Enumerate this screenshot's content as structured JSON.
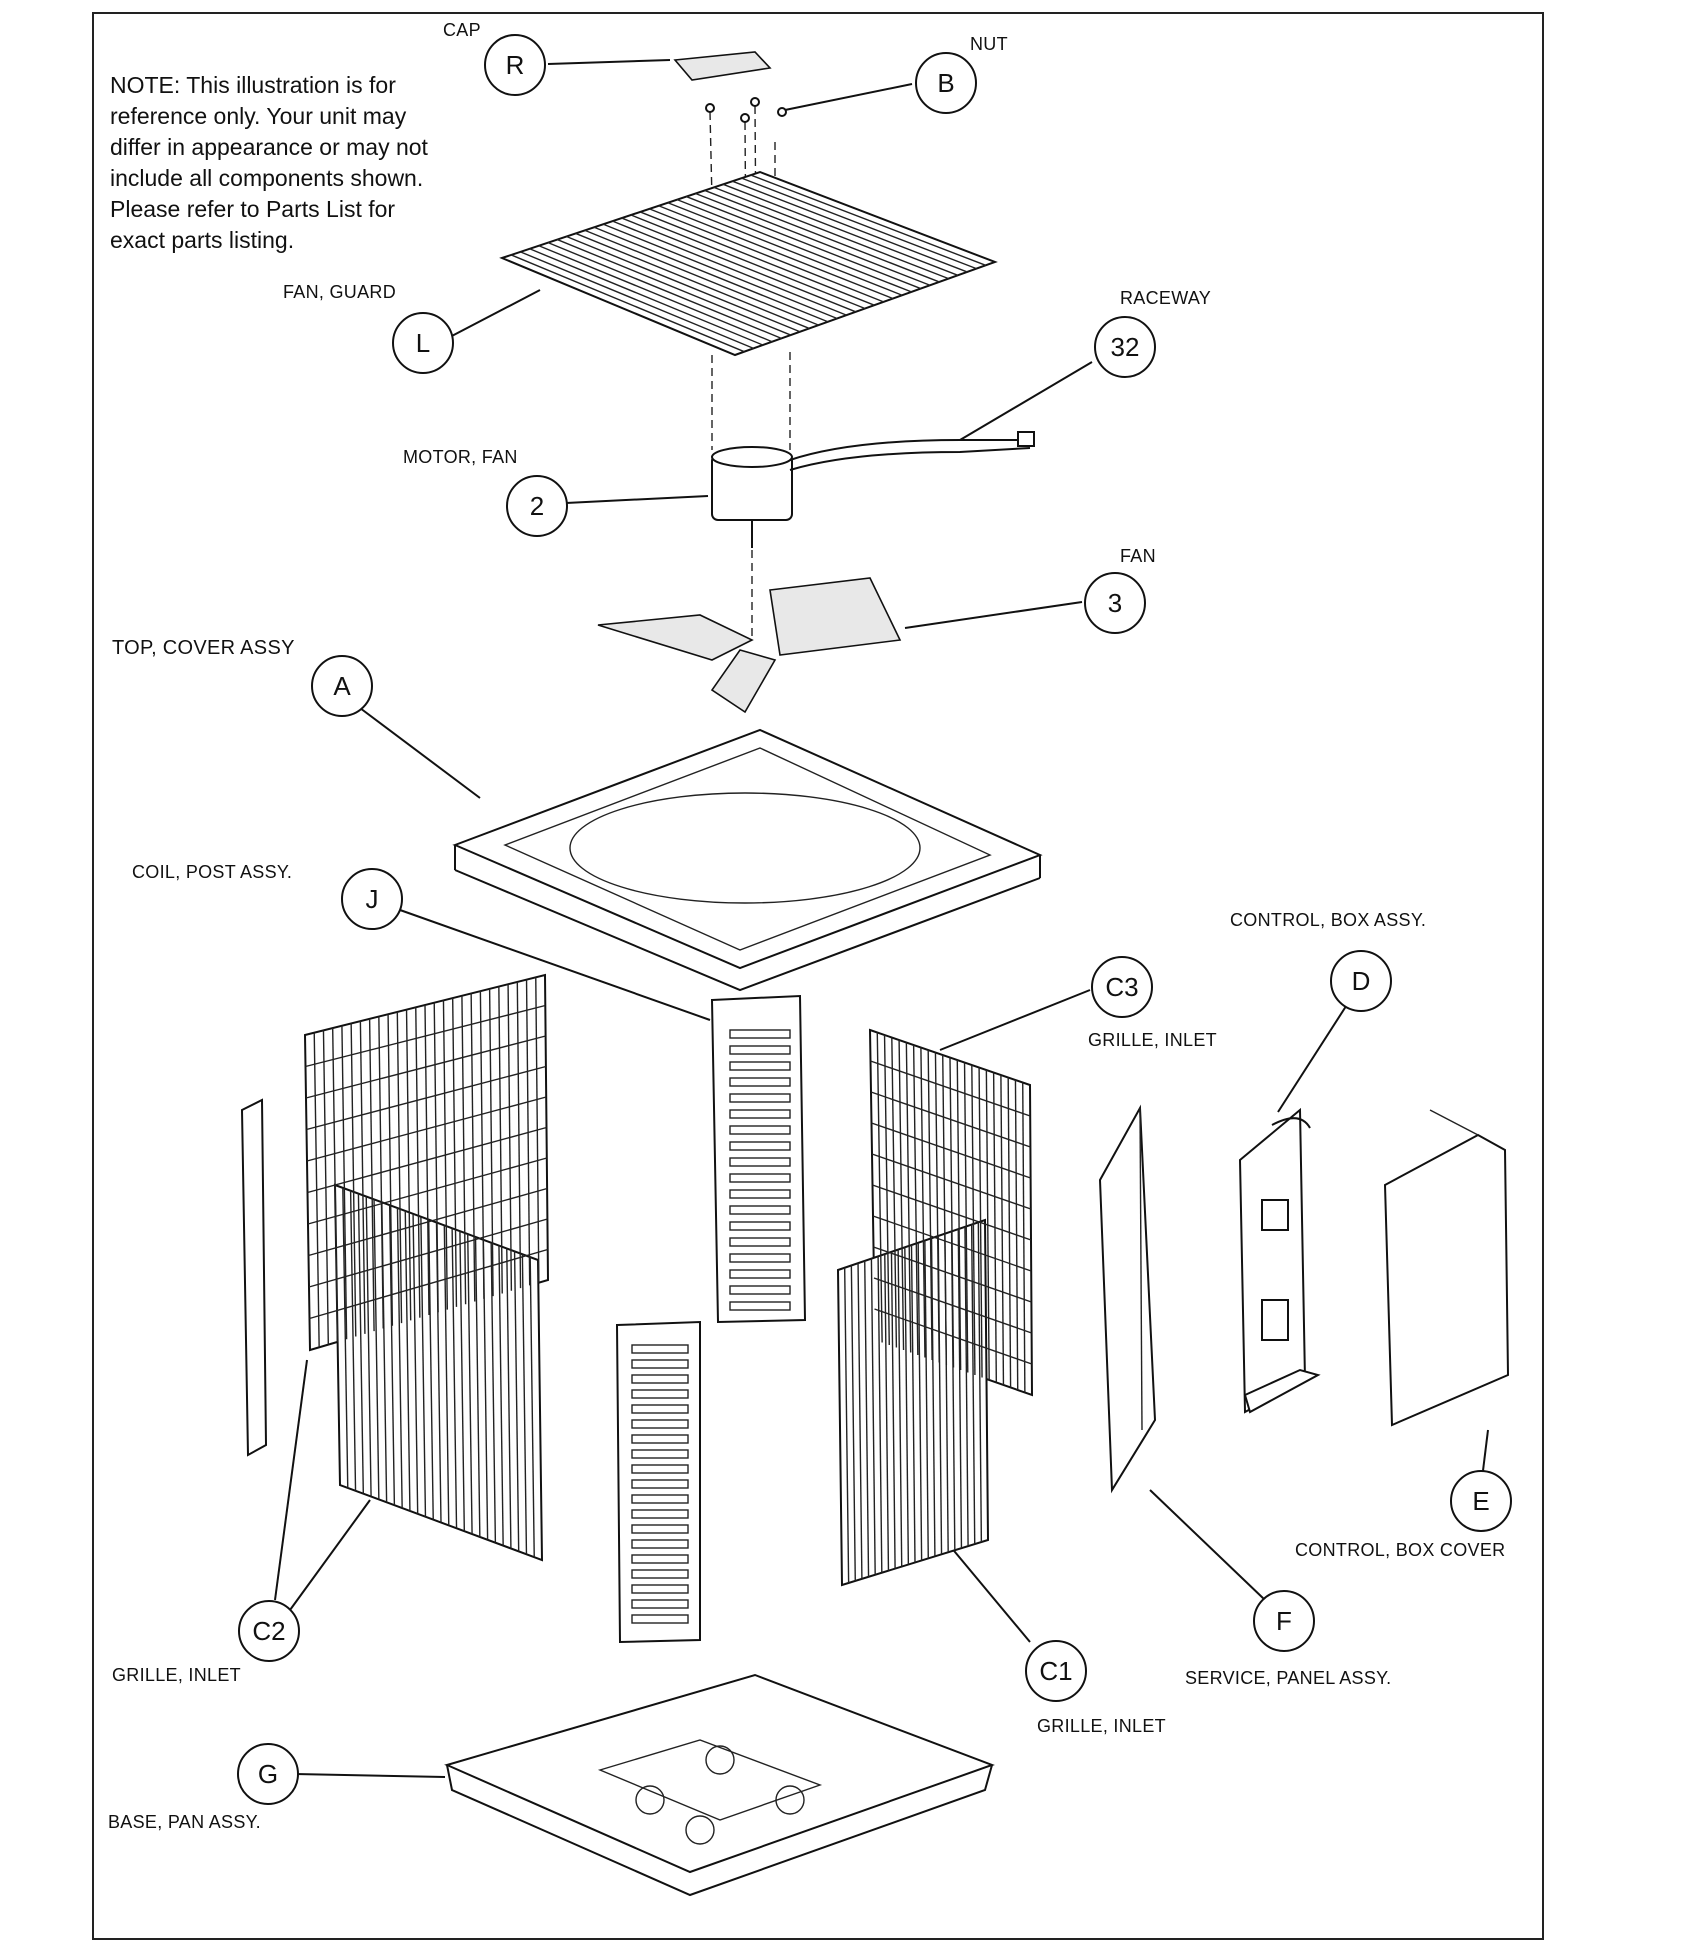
{
  "note": "NOTE: This illustration is for\n reference only.  Your unit may\ndiffer in appearance or may not\ninclude all components shown.\nPlease refer to Parts List for\nexact parts listing.",
  "labels": {
    "cap": "CAP",
    "nut": "NUT",
    "fan_guard": "FAN, GUARD",
    "raceway": "RACEWAY",
    "motor_fan": "MOTOR, FAN",
    "fan": "FAN",
    "top_cover": "TOP, COVER  ASSY",
    "coil_post": "COIL, POST ASSY.",
    "control_box": "CONTROL, BOX ASSY.",
    "grille_inlet_c3": "GRILLE, INLET",
    "control_box_cover": "CONTROL, BOX COVER",
    "grille_inlet_c2": "GRILLE, INLET",
    "service_panel": "SERVICE, PANEL ASSY.",
    "grille_inlet_c1": "GRILLE, INLET",
    "base_pan": "BASE, PAN ASSY."
  },
  "callouts": {
    "R": "R",
    "B": "B",
    "L": "L",
    "n32": "32",
    "n2": "2",
    "n3": "3",
    "A": "A",
    "J": "J",
    "C3": "C3",
    "D": "D",
    "E": "E",
    "F": "F",
    "C2": "C2",
    "C1": "C1",
    "G": "G"
  }
}
